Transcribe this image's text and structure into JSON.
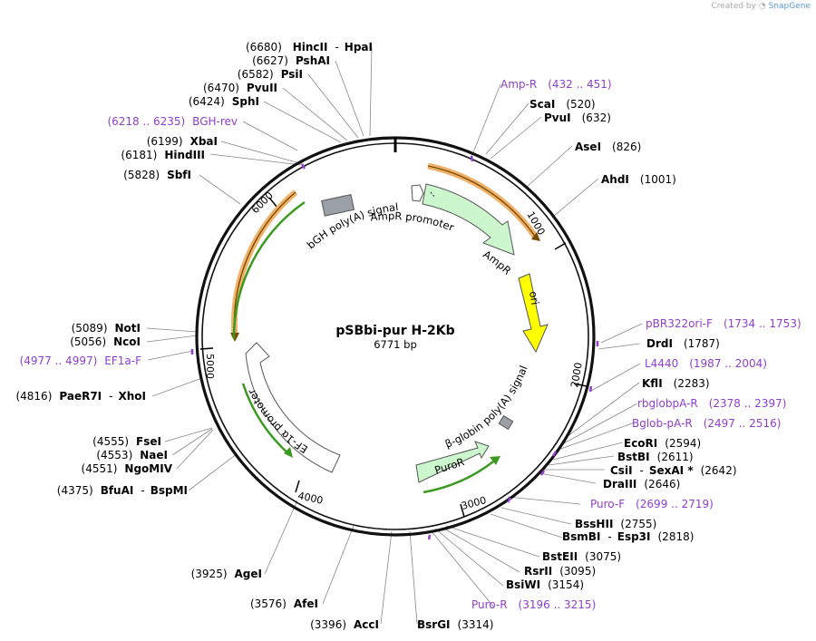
{
  "plasmid": {
    "name": "pSBbi-pur H-2Kb",
    "length_label": "6771 bp"
  },
  "credit": {
    "prefix": "Created by",
    "brand": "SnapGene"
  },
  "ticks": [
    "1000",
    "2000",
    "3000",
    "4000",
    "5000",
    "6000"
  ],
  "features": {
    "ampr_promoter": "AmpR promoter",
    "ampr": "AmpR",
    "ori": "ori",
    "bglobin": "β-globin poly(A) signal",
    "puror": "PuroR",
    "ef1a": "EF-1α promoter",
    "bgh": "bGH poly(A) signal"
  },
  "labels": [
    {
      "pos": "(6680)",
      "name": "HincII",
      "sep": "-",
      "name2": "HpaI"
    },
    {
      "pos": "(6627)",
      "name": "PshAI"
    },
    {
      "pos": "(6582)",
      "name": "PsiI"
    },
    {
      "pos": "(6470)",
      "name": "PvuII"
    },
    {
      "pos": "(6424)",
      "name": "SphI"
    },
    {
      "pos": "(6218 .. 6235)",
      "name": "BGH-rev"
    },
    {
      "pos": "(6199)",
      "name": "XbaI"
    },
    {
      "pos": "(6181)",
      "name": "HindIII"
    },
    {
      "pos": "(5828)",
      "name": "SbfI"
    },
    {
      "pos": "(5089)",
      "name": "NotI"
    },
    {
      "pos": "(5056)",
      "name": "NcoI"
    },
    {
      "pos": "(4977 .. 4997)",
      "name": "EF1a-F"
    },
    {
      "pos": "(4816)",
      "name": "PaeR7I",
      "sep": "-",
      "name2": "XhoI"
    },
    {
      "pos": "(4555)",
      "name": "FseI"
    },
    {
      "pos": "(4553)",
      "name": "NaeI"
    },
    {
      "pos": "(4551)",
      "name": "NgoMIV"
    },
    {
      "pos": "(4375)",
      "name": "BfuAI",
      "sep": "-",
      "name2": "BspMI"
    },
    {
      "pos": "(3925)",
      "name": "AgeI"
    },
    {
      "pos": "(3576)",
      "name": "AfeI"
    },
    {
      "pos": "(3396)",
      "name": "AccI"
    },
    {
      "pos": "(3314)",
      "name": "BsrGI"
    },
    {
      "name": "Puro-R",
      "pos": "(3196 .. 3215)"
    },
    {
      "name": "BsiWI",
      "pos": "(3154)"
    },
    {
      "name": "RsrII",
      "pos": "(3095)"
    },
    {
      "name": "BstEII",
      "pos": "(3075)"
    },
    {
      "name": "BsmBI",
      "sep": "-",
      "name2": "Esp3I",
      "pos": "(2818)"
    },
    {
      "name": "BssHII",
      "pos": "(2755)"
    },
    {
      "name": "Puro-F",
      "pos": "(2699 .. 2719)"
    },
    {
      "name": "DraIII",
      "pos": "(2646)"
    },
    {
      "name": "CsiI",
      "sep": "-",
      "name2": "SexAI *",
      "pos": "(2642)"
    },
    {
      "name": "BstBI",
      "pos": "(2611)"
    },
    {
      "name": "EcoRI",
      "pos": "(2594)"
    },
    {
      "name": "Bglob-pA-R",
      "pos": "(2497 .. 2516)"
    },
    {
      "name": "rbglobpA-R",
      "pos": "(2378 .. 2397)"
    },
    {
      "name": "KflI",
      "pos": "(2283)"
    },
    {
      "name": "L4440",
      "pos": "(1987 .. 2004)"
    },
    {
      "name": "DrdI",
      "pos": "(1787)"
    },
    {
      "name": "pBR322ori-F",
      "pos": "(1734 .. 1753)"
    },
    {
      "name": "AhdI",
      "pos": "(1001)"
    },
    {
      "name": "AseI",
      "pos": "(826)"
    },
    {
      "name": "PvuI",
      "pos": "(632)"
    },
    {
      "name": "ScaI",
      "pos": "(520)"
    },
    {
      "name": "Amp-R",
      "pos": "(432 .. 451)"
    }
  ],
  "colors": {
    "primer": "#8e3fcf",
    "feature_green": "#ccf7cc",
    "ori_yellow": "#ffff00",
    "polyA_gray": "#9aa0a6",
    "orf_orange": "#f0b26a",
    "orf_green": "#3a9a1f",
    "leader": "#888888"
  }
}
